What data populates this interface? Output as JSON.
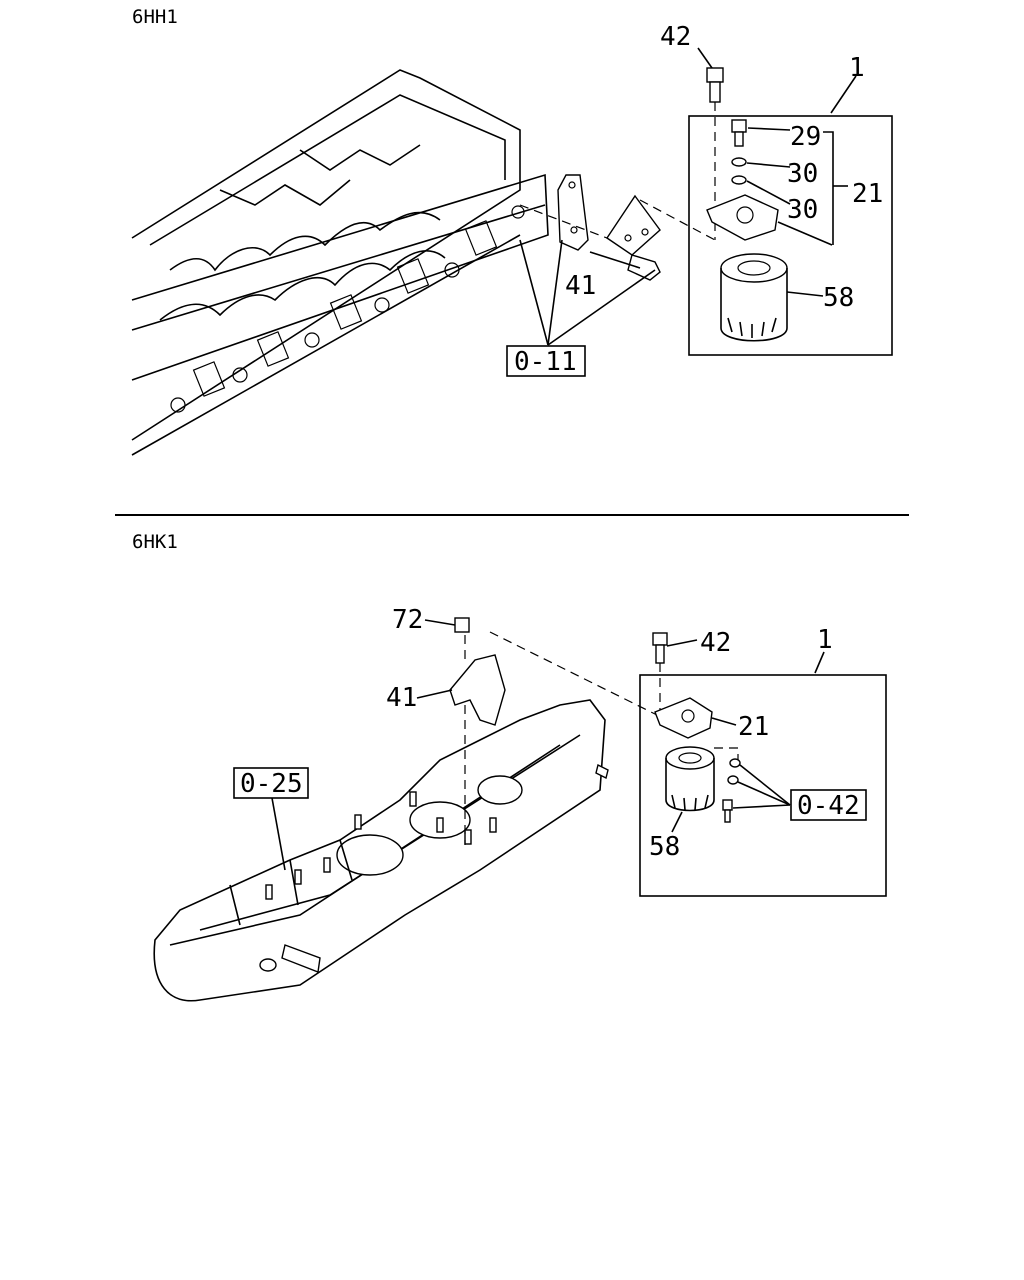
{
  "sections": {
    "top": {
      "title": "6HH1",
      "callouts": {
        "assembly": "1",
        "bolt_top": "42",
        "bolt_head": "29",
        "washer_upper": "30",
        "washer_lower": "30",
        "filter_head": "21",
        "bracket_bolt": "41",
        "filter": "58",
        "ref_box": "0-11"
      }
    },
    "bottom": {
      "title": "6HK1",
      "callouts": {
        "assembly": "1",
        "nut": "72",
        "bracket": "41",
        "bolt": "42",
        "filter_head": "21",
        "filter": "58",
        "ref_box_left": "0-25",
        "ref_box_right": "0-42"
      }
    }
  }
}
